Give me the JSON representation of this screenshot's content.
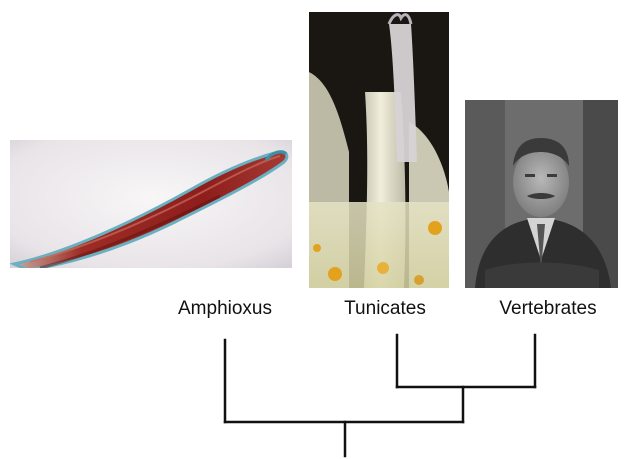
{
  "taxa": [
    {
      "id": "amphioxus",
      "label": "Amphioxus"
    },
    {
      "id": "tunicates",
      "label": "Tunicates"
    },
    {
      "id": "vertebrates",
      "label": "Vertebrates"
    }
  ],
  "tree": {
    "topology": "(Amphioxus,(Tunicates,Vertebrates))",
    "line_color": "#111111"
  },
  "colors": {
    "amphioxus_body": "#8e1e1c",
    "amphioxus_outline": "#6ab0c0",
    "tunicate_body": "#e8e6cc",
    "tunicate_background": "#1a1712",
    "tunicate_spots": "#e3a21e",
    "portrait_tone": "#6d6d6d"
  }
}
